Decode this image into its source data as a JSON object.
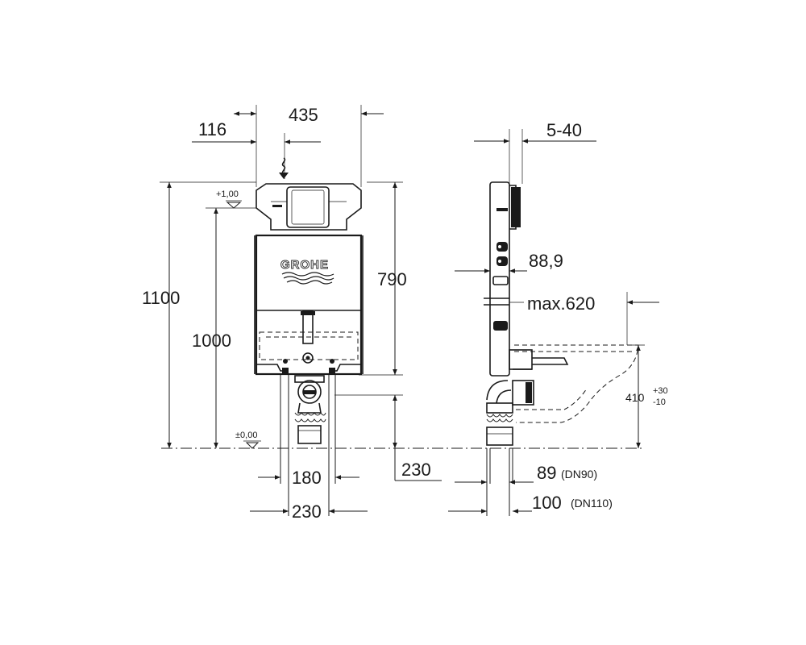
{
  "front_view": {
    "dim_width": "435",
    "dim_offset": "116",
    "dim_total_height": "1100",
    "dim_reference_height": "1000",
    "dim_frame_height": "790",
    "dim_outlet_height": "230",
    "dim_feet_inner": "180",
    "dim_feet_outer": "230",
    "level_top": "+1,00",
    "level_floor": "±0,00",
    "brand_logo": "GROHE"
  },
  "side_view": {
    "dim_wall_depth": "5-40",
    "dim_water_inlet": "88,9",
    "dim_max_distance": "max.620",
    "dim_bowl_height": "410",
    "dim_bowl_tol_plus": "+30",
    "dim_bowl_tol_minus": "-10",
    "dim_pipe_89": "89",
    "dim_pipe_89_note": "(DN90)",
    "dim_pipe_100": "100",
    "dim_pipe_100_note": "(DN110)"
  },
  "icons": [
    "water-supply-icon",
    "level-marker-icon"
  ]
}
